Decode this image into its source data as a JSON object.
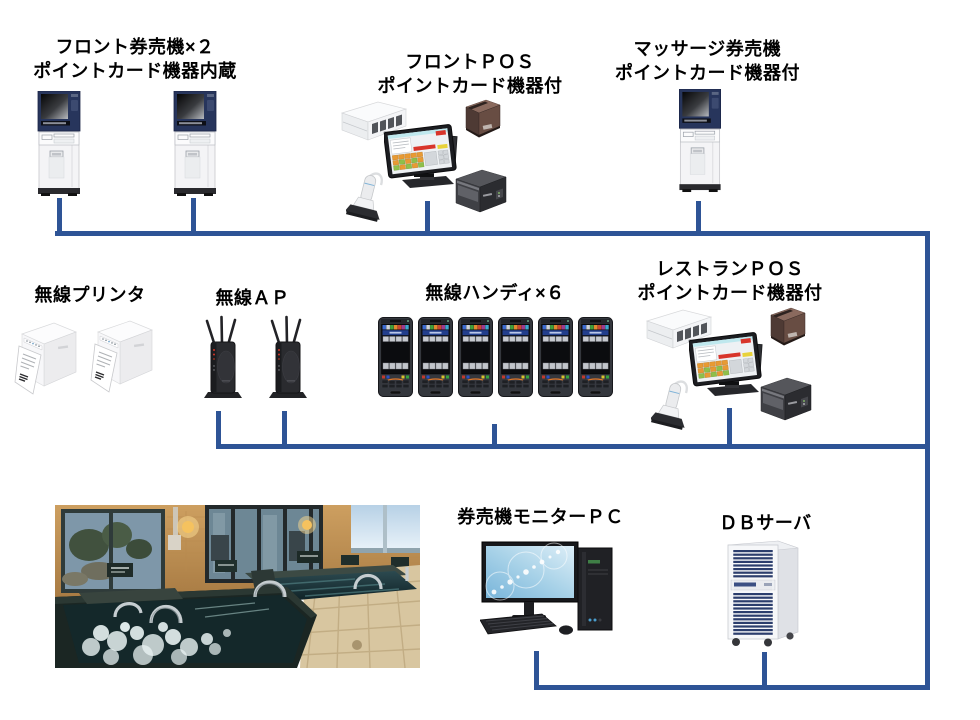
{
  "page": {
    "background": "#ffffff"
  },
  "diagram": {
    "connector_color": "#2E5496",
    "nodes": {
      "front_kiosk": {
        "label_line1": "フロント券売機×２",
        "label_line2": "ポイントカード機器内蔵",
        "device_count": 2
      },
      "front_pos": {
        "label_line1": "フロントＰＯＳ",
        "label_line2": "ポイントカード機器付"
      },
      "massage_kiosk": {
        "label_line1": "マッサージ券売機",
        "label_line2": "ポイントカード機器付"
      },
      "wireless_printer": {
        "label": "無線プリンタ",
        "device_count": 2
      },
      "wireless_ap": {
        "label": "無線ＡＰ",
        "device_count": 2
      },
      "wireless_handy": {
        "label": "無線ハンディ×６",
        "device_count": 6
      },
      "restaurant_pos": {
        "label_line1": "レストランＰＯＳ",
        "label_line2": "ポイントカード機器付"
      },
      "ticket_monitor_pc": {
        "label": "券売機モニターＰＣ"
      },
      "db_server": {
        "label": "ＤＢサーバ"
      }
    },
    "photo": {
      "description": "indoor-onsen-jacuzzi-bath-photo"
    },
    "device_icons": [
      "ticket-kiosk-icon",
      "cash-drawer-icon",
      "card-reader-icon",
      "pos-terminal-icon",
      "barcode-scanner-icon",
      "receipt-printer-icon",
      "wireless-printer-icon",
      "wireless-ap-icon",
      "handy-terminal-icon",
      "desktop-pc-icon",
      "server-tower-icon"
    ]
  }
}
